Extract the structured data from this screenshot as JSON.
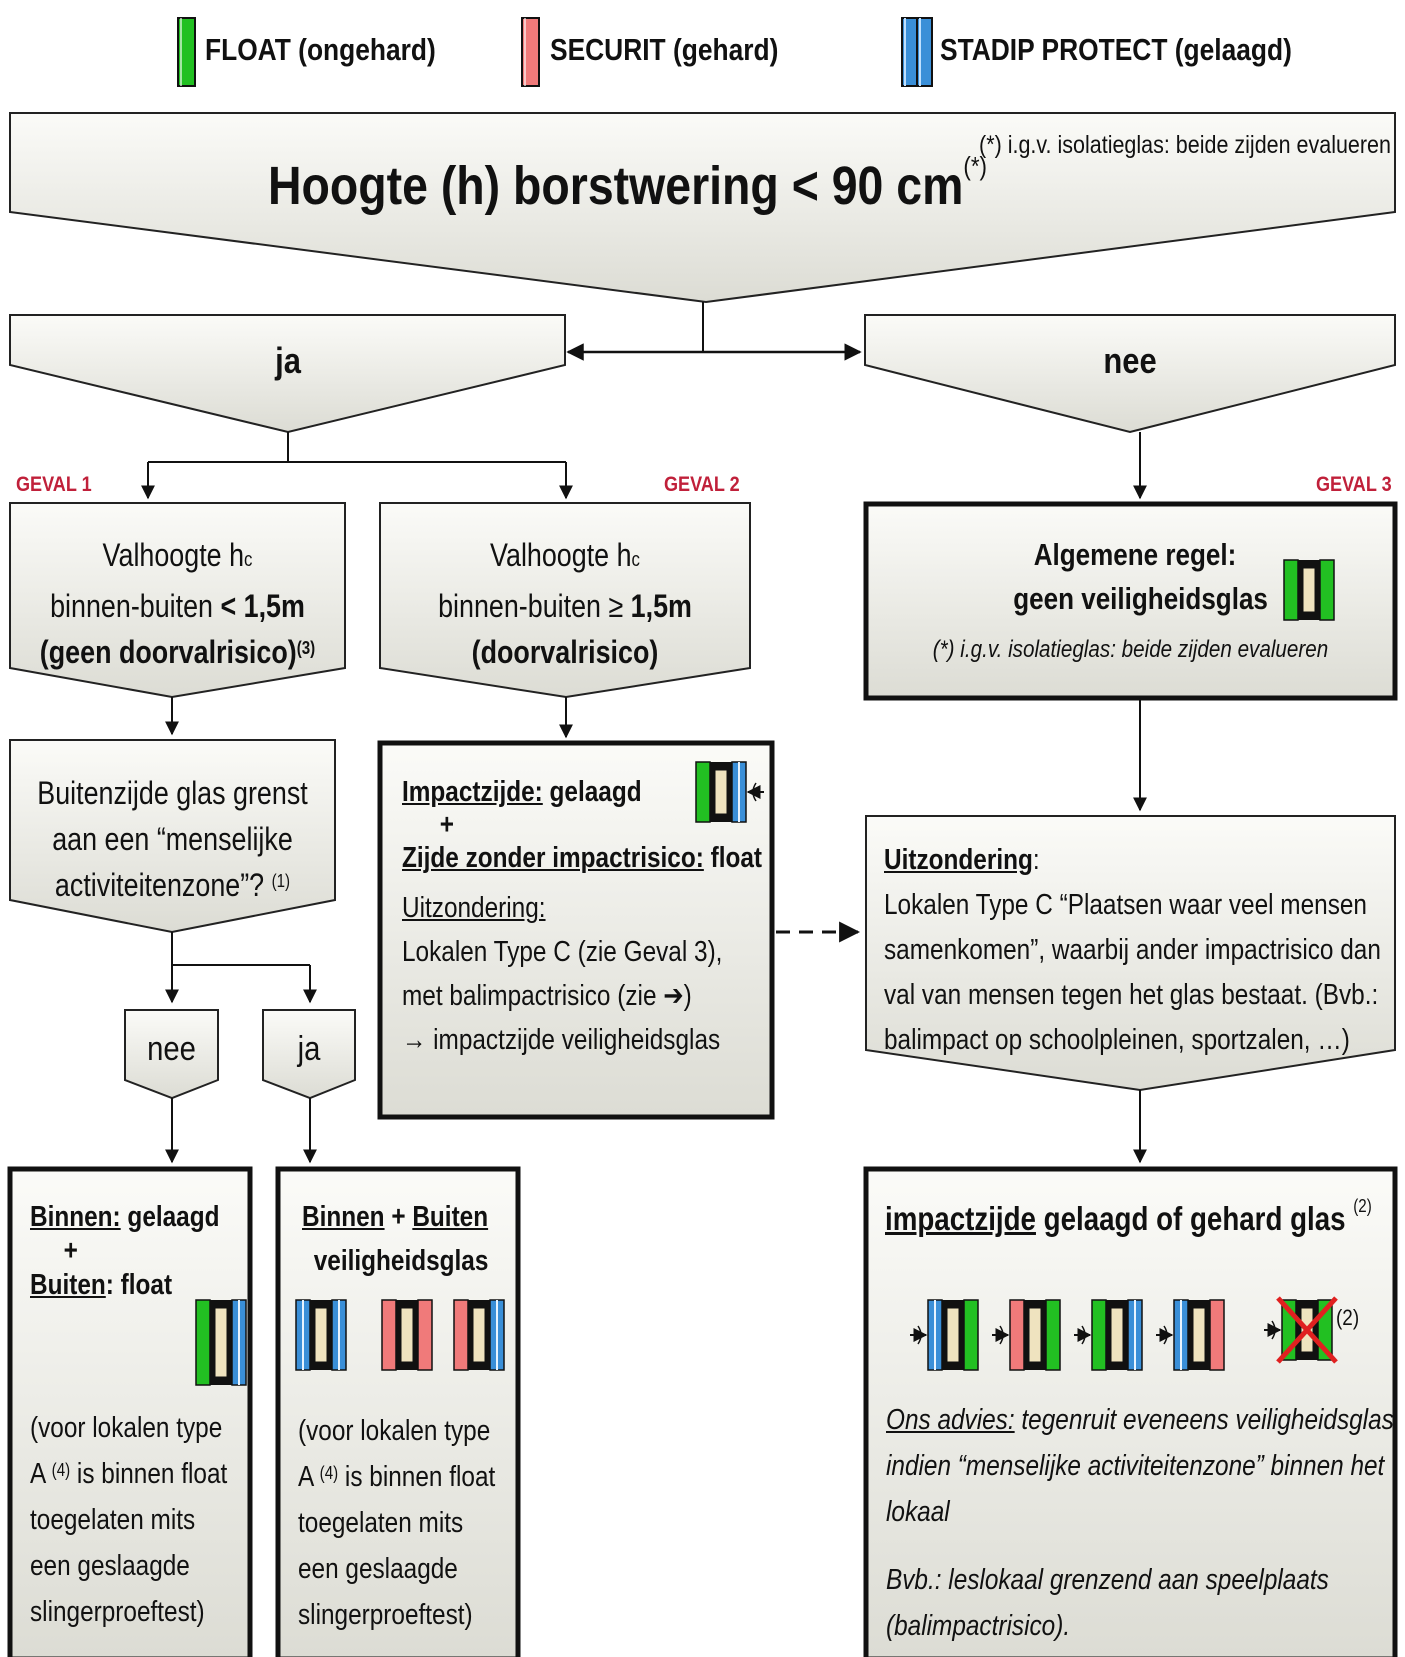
{
  "legend": [
    {
      "label": "FLOAT (ongehard)",
      "color": "#22c022",
      "icon": "float-glass-icon"
    },
    {
      "label": "SECURIT (gehard)",
      "color": "#f07a7a",
      "icon": "securit-glass-icon"
    },
    {
      "label": "STADIP PROTECT (gelaagd)",
      "color": "#3a8fd8",
      "icon": "stadip-glass-icon"
    }
  ],
  "header": {
    "title": "Hoogte (h) borstwering < 90 cm",
    "title_sup": "(*)",
    "note": "(*) i.g.v. isolatieglas: beide zijden evalueren"
  },
  "branches": {
    "yes": "ja",
    "no": "nee"
  },
  "cases": {
    "case1_label": "GEVAL 1",
    "case2_label": "GEVAL 2",
    "case3_label": "GEVAL 3"
  },
  "case1": {
    "line1": "Valhoogte h",
    "line1_sub": "c",
    "line2_a": "binnen-buiten ",
    "line2_b": "< 1,5m",
    "line3": "(geen doorvalrisico)",
    "line3_sup": "(3)",
    "question_l1": "Buitenzijde glas grenst",
    "question_l2": "aan een “menselijke",
    "question_l3": "activiteitenzone”?",
    "question_sup": "(1)",
    "no": "nee",
    "yes": "ja",
    "result_no": {
      "binnen": "Binnen:",
      "binnen_val": " gelaagd",
      "plus": "+",
      "buiten": "Buiten",
      "buiten_val": ": float",
      "n1": "(voor lokalen type",
      "n2a": "A ",
      "n2sup": "(4)",
      "n2b": " is binnen float",
      "n3": "toegelaten mits",
      "n4": "een geslaagde",
      "n5": "slingerproeftest)"
    },
    "result_yes": {
      "binnen": "Binnen",
      "plus": " + ",
      "buiten": "Buiten",
      "l2": "veiligheidsglas",
      "n1": "(voor lokalen type",
      "n2a": "A ",
      "n2sup": "(4)",
      "n2b": " is binnen float",
      "n3": "toegelaten mits",
      "n4": "een geslaagde",
      "n5": "slingerproeftest)"
    }
  },
  "case2": {
    "line1": "Valhoogte h",
    "line1_sub": "c",
    "line2_a": "binnen-buiten ≥ ",
    "line2_b": "1,5m",
    "line3": "(doorvalrisico)",
    "result": {
      "impact": "Impactzijde:",
      "impact_val": " gelaagd",
      "plus": "+",
      "zijde": "Zijde zonder impactrisico:",
      "zijde_val": " float",
      "exc": "Uitzondering:",
      "e1": "Lokalen Type C (zie Geval 3),",
      "e2": "met balimpactrisico   (zie ➔)",
      "e3": "→ impactzijde veiligheidsglas"
    }
  },
  "case3": {
    "rule_l1": "Algemene regel:",
    "rule_l2": "geen veiligheidsglas",
    "rule_note": "(*) i.g.v. isolatieglas: beide zijden evalueren",
    "exc_title": "Uitzondering",
    "exc_colon": ":",
    "exc_l1": "Lokalen Type C “Plaatsen waar veel mensen",
    "exc_l2": "samenkomen”, waarbij ander impactrisico dan",
    "exc_l3": "val van mensen tegen het glas bestaat. (Bvb.:",
    "exc_l4": "balimpact op schoolpleinen, sportzalen, …)",
    "res_a": "impactzijde",
    "res_b": " gelaagd of gehard glas ",
    "res_sup": "(2)",
    "cross_note": "(2)",
    "advice_a": "Ons advies:",
    "advice_b": " tegenruit eveneens veiligheidsglas",
    "advice_2": "indien “menselijke activiteitenzone” binnen het",
    "advice_3": "lokaal",
    "example_1": "Bvb.: leslokaal grenzend aan speelplaats",
    "example_2": "(balimpactrisico)."
  }
}
